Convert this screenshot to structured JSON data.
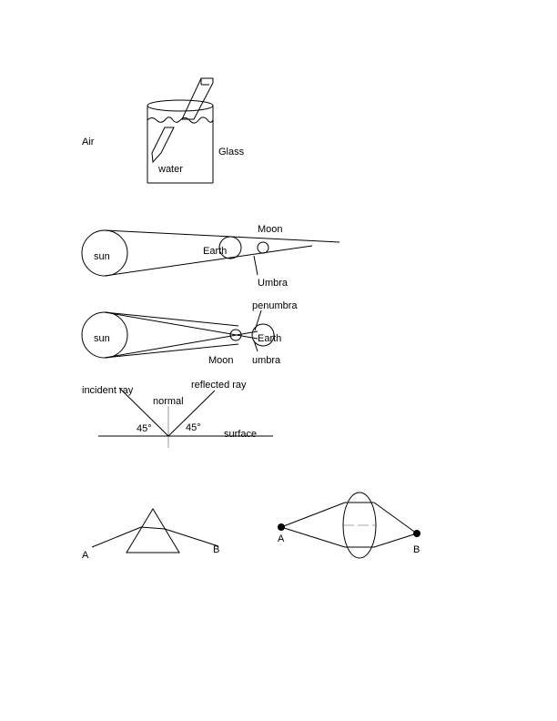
{
  "refraction": {
    "air": "Air",
    "glass": "Glass",
    "water": "water"
  },
  "solar_eclipse": {
    "sun": "sun",
    "earth": "Earth",
    "moon": "Moon",
    "umbra": "Umbra"
  },
  "lunar_eclipse": {
    "sun": "sun",
    "earth": "Earth",
    "moon": "Moon",
    "penumbra": "penumbra",
    "umbra": "umbra"
  },
  "reflection": {
    "incident": "incident ray",
    "reflected": "reflected ray",
    "normal": "normal",
    "angle_incidence": "45°",
    "angle_reflection": "45°",
    "surface": "surface"
  },
  "prism": {
    "a": "A",
    "b": "B"
  },
  "lens": {
    "a": "A",
    "b": "B"
  }
}
